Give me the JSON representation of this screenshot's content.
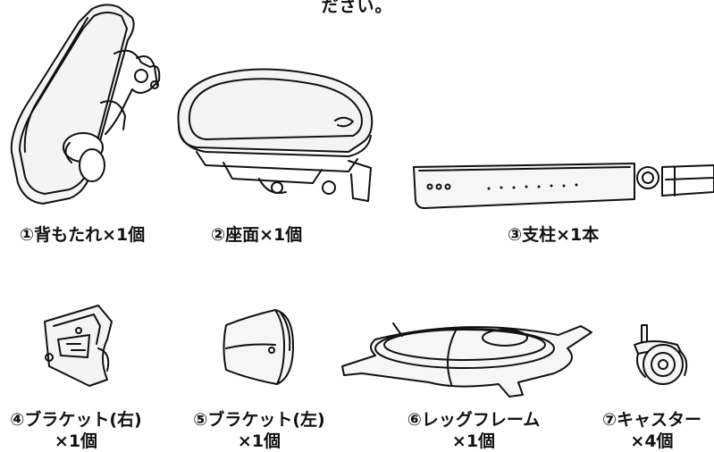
{
  "header_fragment": "ださい。",
  "parts": [
    {
      "id": 1,
      "icon": "backrest-icon",
      "label": "①背もたれ×1個"
    },
    {
      "id": 2,
      "icon": "seat-icon",
      "label": "②座面×1個"
    },
    {
      "id": 3,
      "icon": "support-pole-icon",
      "label": "③支柱×1本"
    },
    {
      "id": 4,
      "icon": "bracket-right-icon",
      "label_line1": "④ブラケット(右)",
      "label_line2": "×1個"
    },
    {
      "id": 5,
      "icon": "bracket-left-icon",
      "label_line1": "⑤ブラケット(左)",
      "label_line2": "×1個"
    },
    {
      "id": 6,
      "icon": "leg-frame-icon",
      "label_line1": "⑥レッグフレーム",
      "label_line2": "×1個"
    },
    {
      "id": 7,
      "icon": "caster-icon",
      "label_line1": "⑦キャスター",
      "label_line2": "×4個"
    }
  ]
}
